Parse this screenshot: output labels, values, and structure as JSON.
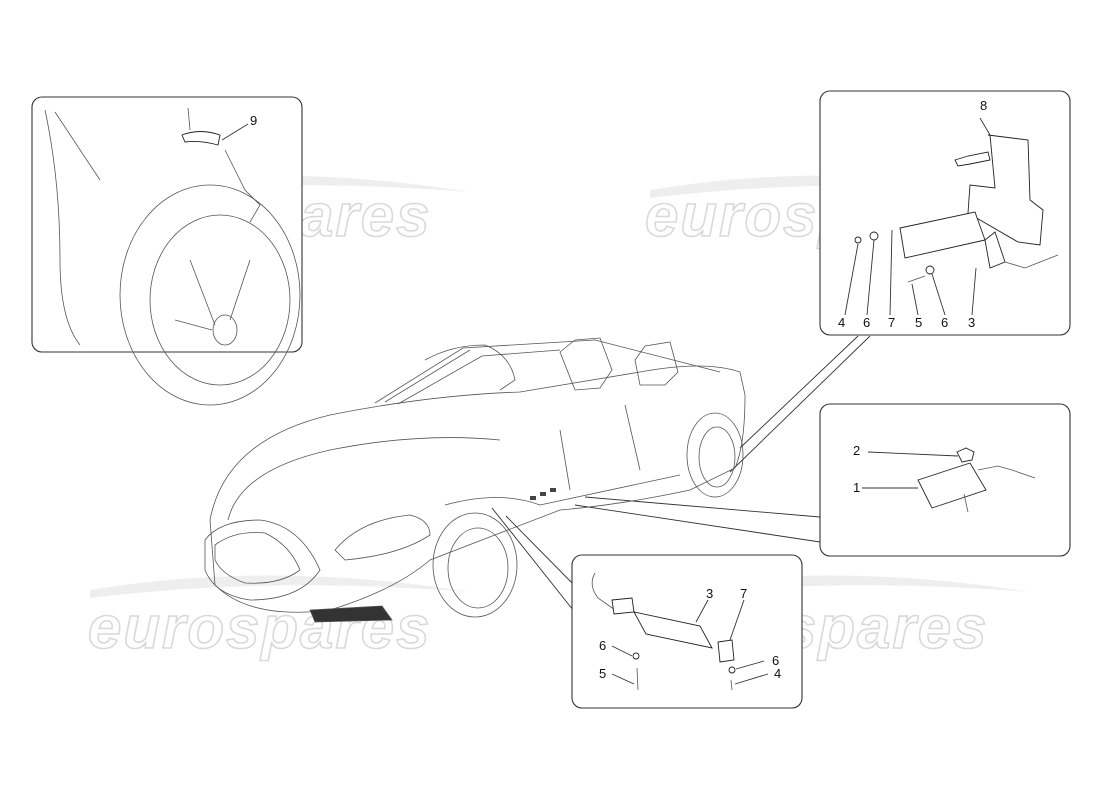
{
  "watermark": {
    "text": "eurospares"
  },
  "panels": {
    "wheel_sensor": {
      "labels": [
        "9"
      ]
    },
    "rear_bracket": {
      "labels": [
        "8",
        "4",
        "6",
        "7",
        "5",
        "6",
        "3"
      ]
    },
    "control_unit": {
      "labels": [
        "2",
        "1"
      ]
    },
    "front_module": {
      "labels": [
        "3",
        "7",
        "6",
        "6",
        "5",
        "4"
      ]
    }
  }
}
